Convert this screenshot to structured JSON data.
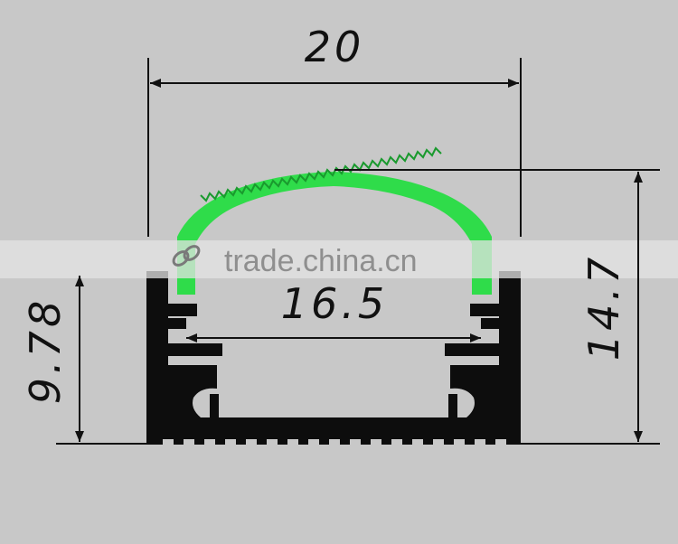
{
  "drawing": {
    "profile_color": "#0d0d0d",
    "diffuser_color": "#2fdc4a",
    "line_color": "#111111",
    "background_color": "#c8c8c8"
  },
  "dimensions": {
    "width_top": "20",
    "inner_width": "16.5",
    "height_left": "9.78",
    "height_right": "14.7"
  },
  "watermark": {
    "text": "trade.china.cn",
    "icon": "link-icon"
  }
}
